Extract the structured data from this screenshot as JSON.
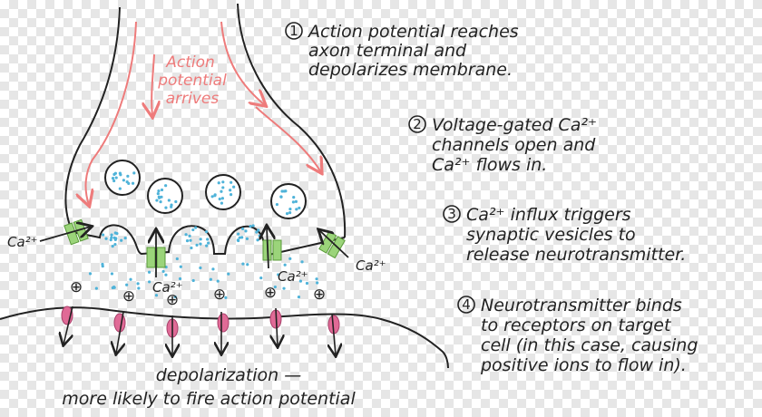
{
  "arrives_label": [
    "Action",
    "potential",
    "arrives"
  ],
  "steps": [
    {
      "number": "1",
      "lines": [
        "Action potential reaches",
        "axon terminal and",
        "depolarizes membrane."
      ]
    },
    {
      "number": "2",
      "lines": [
        "Voltage-gated Ca²⁺",
        "channels open and",
        "Ca²⁺ flows in."
      ]
    },
    {
      "number": "3",
      "lines": [
        "Ca²⁺ influx triggers",
        "synaptic vesicles to",
        "release neurotransmitter."
      ]
    },
    {
      "number": "4",
      "lines": [
        "Neurotransmitter binds",
        "to receptors on target",
        "cell (in this case, causing",
        "positive ions to flow in)."
      ]
    }
  ],
  "ion_labels": [
    "Ca²⁺",
    "Ca²⁺",
    "Ca²⁺",
    "Ca²⁺"
  ],
  "plus_symbol": "⊕",
  "caption": [
    "depolarization —",
    "more likely to fire action potential"
  ],
  "colors": {
    "ink": "#222222",
    "pink": "#ee7b7b",
    "dots": "#4fb3d9",
    "channel": "#9bd47a",
    "receptor": "#e06a96"
  }
}
